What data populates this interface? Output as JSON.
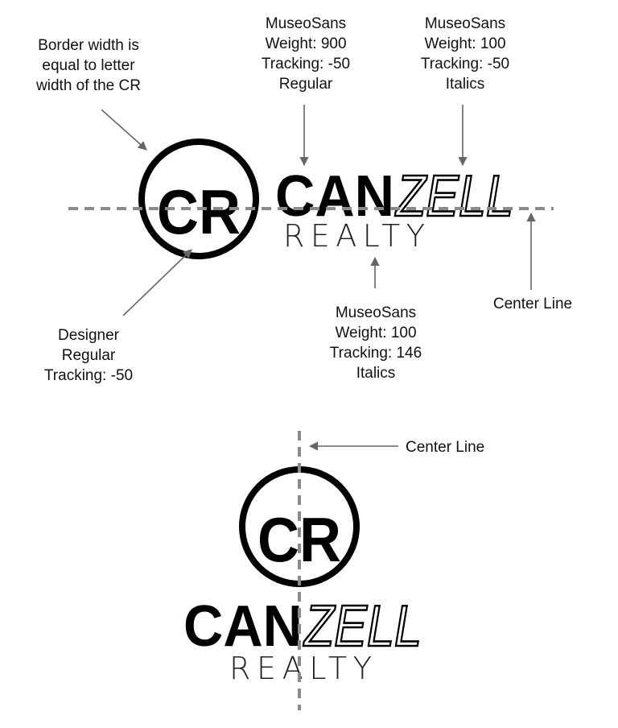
{
  "logo": {
    "monogram": "CR",
    "name_bold": "CAN",
    "name_light": "ZELL",
    "tagline": "REALTY"
  },
  "annotations": {
    "border": [
      "Border width is",
      "equal to letter",
      "width of the CR"
    ],
    "can_font": [
      "MuseoSans",
      "Weight: 900",
      "Tracking: -50",
      "Regular"
    ],
    "zell_font": [
      "MuseoSans",
      "Weight: 100",
      "Tracking: -50",
      "Italics"
    ],
    "realty_font": [
      "MuseoSans",
      "Weight: 100",
      "Tracking: 146",
      "Italics"
    ],
    "cr_font": [
      "Designer",
      "Regular",
      "Tracking: -50"
    ],
    "center_line_horizontal": "Center Line",
    "center_line_vertical": "Center Line"
  },
  "colors": {
    "guide": "#8a8a8a",
    "arrow": "#666666",
    "ink": "#000000"
  }
}
